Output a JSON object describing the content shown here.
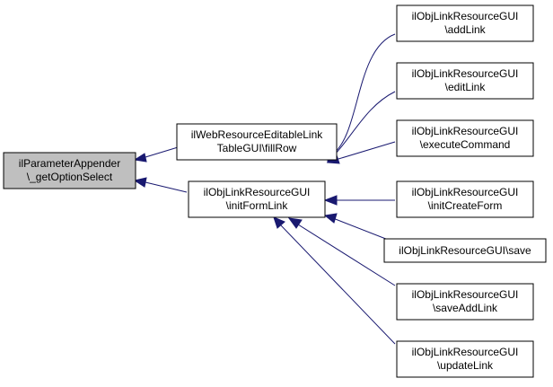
{
  "diagram": {
    "colors": {
      "edge": "#191970",
      "focus_fill": "#bfbfbf",
      "node_fill": "#ffffff",
      "node_border": "#000000"
    },
    "nodes": {
      "focus": {
        "line1": "ilParameterAppender",
        "line2": "\\_getOptionSelect"
      },
      "fill_row": {
        "line1": "ilWebResourceEditableLink",
        "line2": "TableGUI\\fillRow"
      },
      "init_form_link": {
        "line1": "ilObjLinkResourceGUI",
        "line2": "\\initFormLink"
      },
      "add_link": {
        "line1": "ilObjLinkResourceGUI",
        "line2": "\\addLink"
      },
      "edit_link": {
        "line1": "ilObjLinkResourceGUI",
        "line2": "\\editLink"
      },
      "execute_command": {
        "line1": "ilObjLinkResourceGUI",
        "line2": "\\executeCommand"
      },
      "init_create_form": {
        "line1": "ilObjLinkResourceGUI",
        "line2": "\\initCreateForm"
      },
      "save": {
        "line1": "ilObjLinkResourceGUI\\save"
      },
      "save_add_link": {
        "line1": "ilObjLinkResourceGUI",
        "line2": "\\saveAddLink"
      },
      "update_link": {
        "line1": "ilObjLinkResourceGUI",
        "line2": "\\updateLink"
      }
    }
  }
}
